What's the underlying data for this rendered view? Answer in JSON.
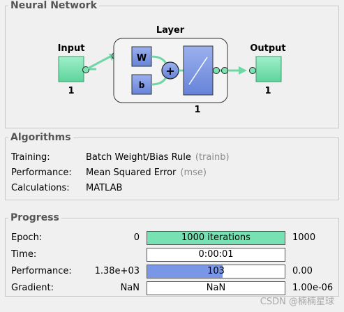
{
  "network": {
    "title": "Neural Network",
    "input_label": "Input",
    "input_size": "1",
    "layer_label": "Layer",
    "layer_size": "1",
    "output_label": "Output",
    "output_size": "1",
    "weight_label": "W",
    "bias_label": "b",
    "sum_symbol": "+"
  },
  "algorithms": {
    "title": "Algorithms",
    "rows": [
      {
        "label": "Training:",
        "value": "Batch Weight/Bias Rule",
        "note": "(trainb)"
      },
      {
        "label": "Performance:",
        "value": "Mean Squared Error",
        "note": "(mse)"
      },
      {
        "label": "Calculations:",
        "value": "MATLAB",
        "note": ""
      }
    ]
  },
  "progress": {
    "title": "Progress",
    "rows": [
      {
        "label": "Epoch:",
        "min": "0",
        "bar_text": "1000 iterations",
        "max": "1000",
        "fill": 1.0,
        "fill_color": "#78e1b4"
      },
      {
        "label": "Time:",
        "min": "",
        "bar_text": "0:00:01",
        "max": "",
        "fill": 0.0,
        "fill_color": "#7a96e6"
      },
      {
        "label": "Performance:",
        "min": "1.38e+03",
        "bar_text": "103",
        "max": "0.00",
        "fill": 0.55,
        "fill_color": "#7a96e6"
      },
      {
        "label": "Gradient:",
        "min": "NaN",
        "bar_text": "NaN",
        "max": "1.00e-06",
        "fill": 0.0,
        "fill_color": "#7a96e6"
      }
    ]
  },
  "watermark": "CSDN @楠楠星球",
  "colors": {
    "green_node": "#7fe3b4",
    "blue_block": "#7b94e0",
    "layer_box": "#f4f4f4"
  }
}
